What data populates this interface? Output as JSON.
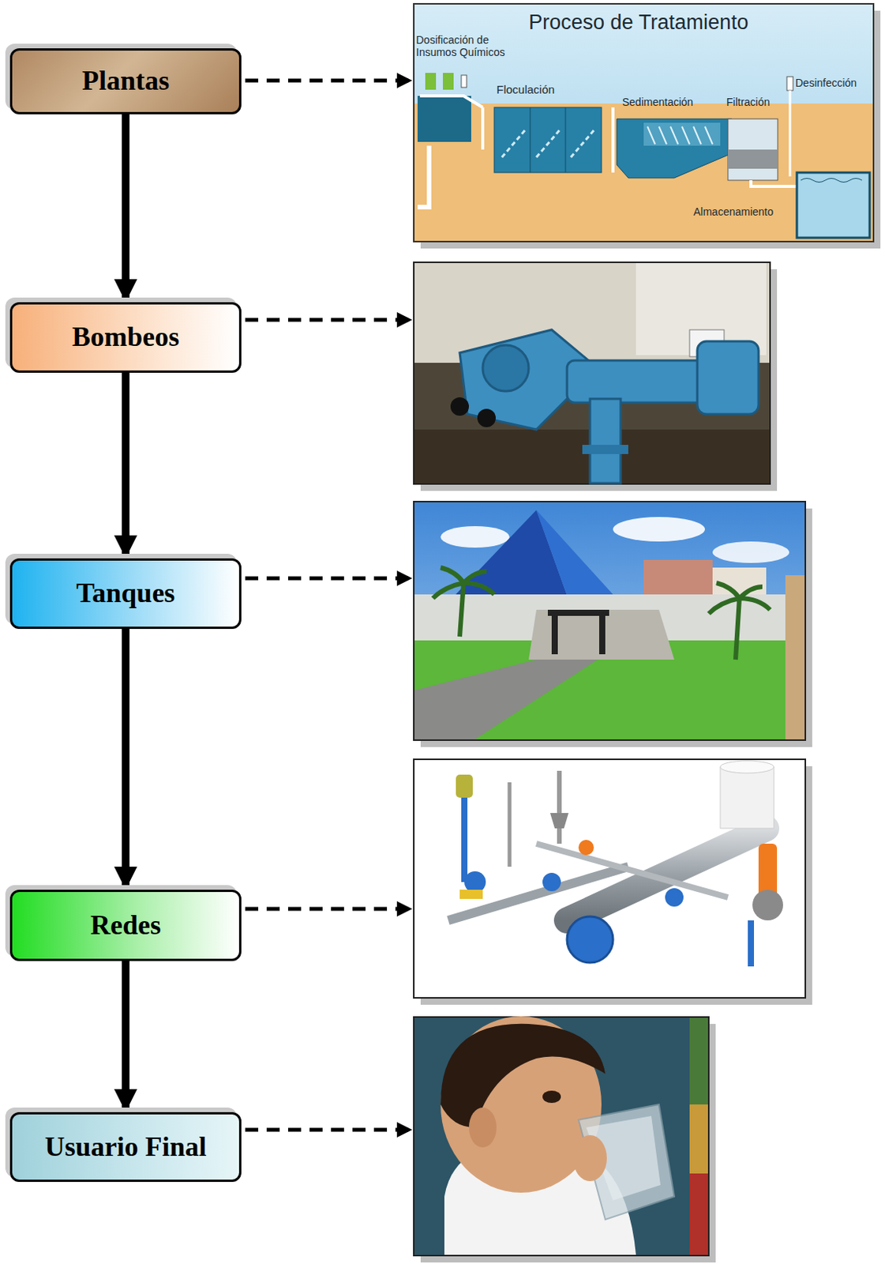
{
  "diagram": {
    "nodes": [
      {
        "text": [
          "Plantas"
        ]
      },
      {
        "text": [
          "Bombeos"
        ]
      },
      {
        "text": [
          "Tanques"
        ]
      },
      {
        "text": [
          "Redes"
        ]
      },
      {
        "text": [
          "Usuario Final"
        ]
      }
    ],
    "edges": [
      {
        "from": 0,
        "to": 1,
        "arrow": "to"
      },
      {
        "from": 1,
        "to": 2,
        "arrow": "to"
      },
      {
        "from": 2,
        "to": 3,
        "arrow": "to"
      },
      {
        "from": 3,
        "to": 4,
        "arrow": "to"
      }
    ],
    "labels": [
      "Proceso de Tratamiento",
      "Dosificación de Insumos Químicos",
      "Floculación",
      "Sedimentación",
      "Filtración",
      "Desinfección",
      "Almacenamiento"
    ]
  }
}
